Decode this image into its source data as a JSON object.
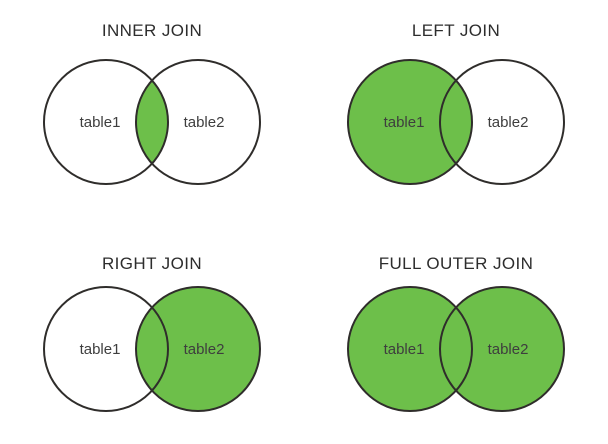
{
  "page": {
    "background": "#ffffff",
    "description_labels": {
      "left_table": "table1",
      "right_table": "table2"
    }
  },
  "colors": {
    "highlight_green": "#6dbf4a",
    "circle_stroke": "#2f2d2b",
    "title_text": "#2d2d2d",
    "label_text": "#3e3e3e",
    "circle_white": "#ffffff"
  },
  "panels": [
    {
      "title": "INNER JOIN",
      "left_label": "table1",
      "right_label": "table2",
      "left_fill": "#ffffff",
      "right_fill": "#ffffff",
      "intersection_fill": "#6dbf4a"
    },
    {
      "title": "LEFT JOIN",
      "left_label": "table1",
      "right_label": "table2",
      "left_fill": "#6dbf4a",
      "right_fill": "#ffffff",
      "intersection_fill": "#6dbf4a"
    },
    {
      "title": "RIGHT JOIN",
      "left_label": "table1",
      "right_label": "table2",
      "left_fill": "#ffffff",
      "right_fill": "#6dbf4a",
      "intersection_fill": "#6dbf4a"
    },
    {
      "title": "FULL OUTER JOIN",
      "left_label": "table1",
      "right_label": "table2",
      "left_fill": "#6dbf4a",
      "right_fill": "#6dbf4a",
      "intersection_fill": "#6dbf4a"
    }
  ]
}
